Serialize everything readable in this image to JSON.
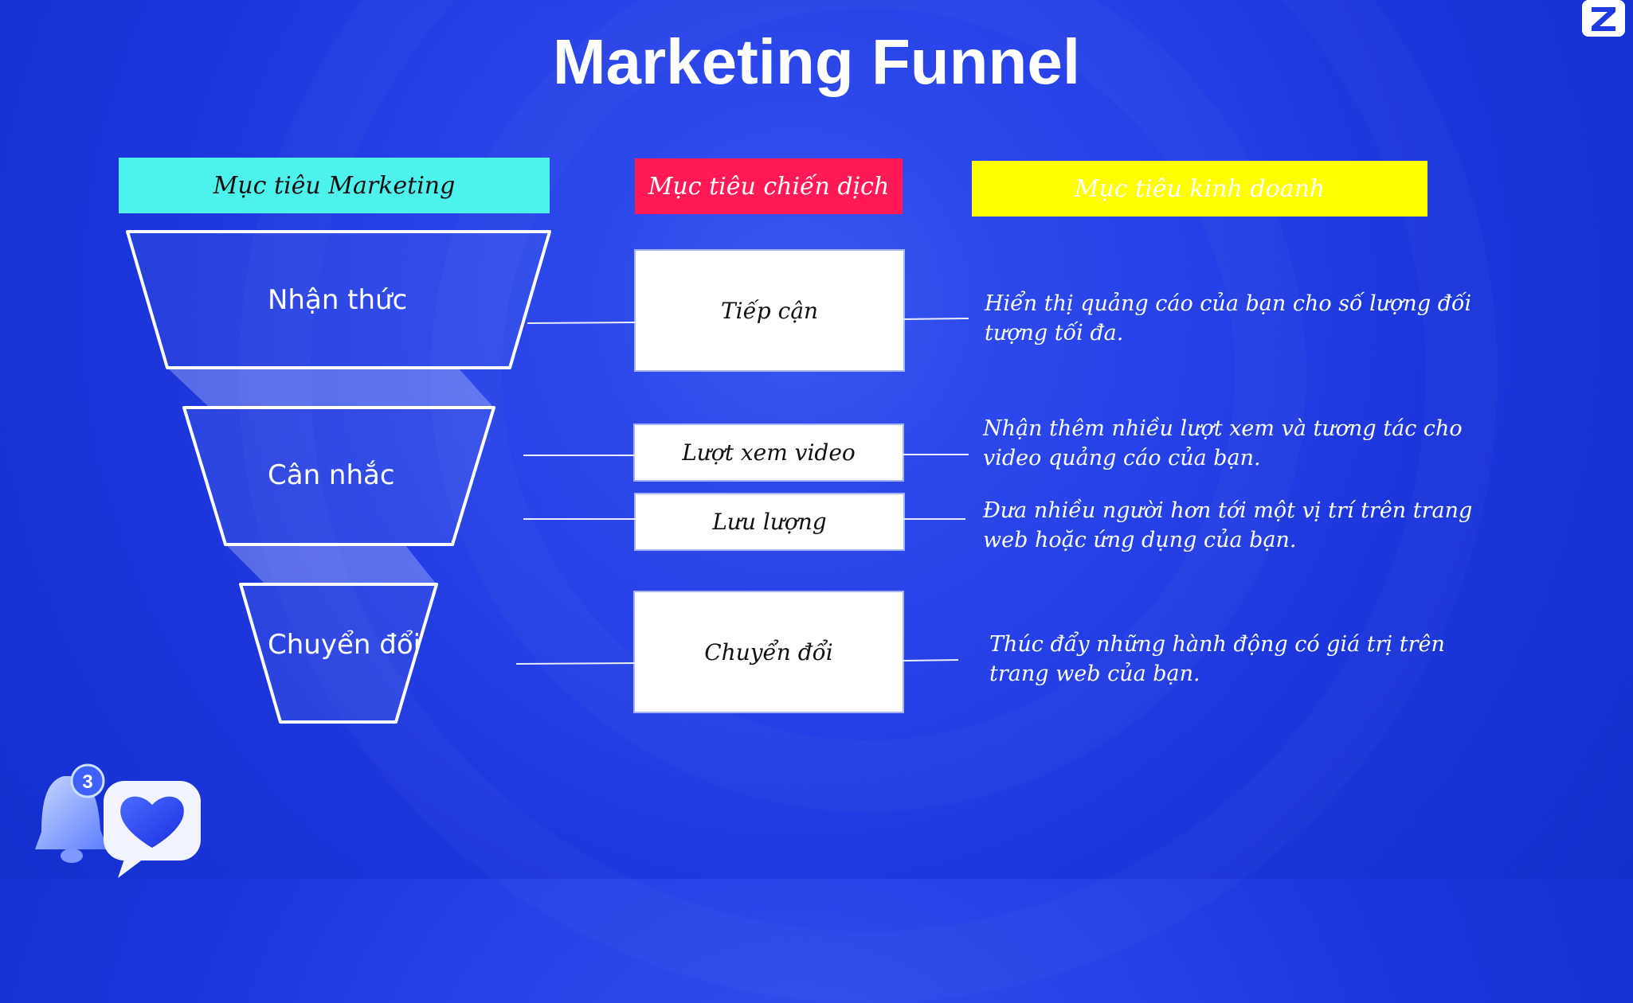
{
  "title": "Marketing Funnel",
  "headers": {
    "marketing": "Mục tiêu Marketing",
    "campaign": "Mục tiêu chiến dịch",
    "business": "Mục tiêu kinh doanh"
  },
  "stages": [
    {
      "label": "Nhận thức"
    },
    {
      "label": "Cân nhắc"
    },
    {
      "label": "Chuyển đổi"
    }
  ],
  "campaign_goals": [
    {
      "label": "Tiếp cận"
    },
    {
      "label": "Lượt xem video"
    },
    {
      "label": "Lưu lượng"
    },
    {
      "label": "Chuyển đổi"
    }
  ],
  "business_goals": [
    {
      "text": "Hiển thị quảng cáo của bạn cho số lượng đối tượng tối đa."
    },
    {
      "text": "Nhận thêm nhiều lượt xem và tương tác cho video quảng cáo của bạn."
    },
    {
      "text": "Đưa nhiều người hơn tới một vị trí trên trang web hoặc ứng dụng của bạn."
    },
    {
      "text": "Thúc đẩy những hành động có giá trị trên trang web của bạn."
    }
  ],
  "decoration": {
    "notification_count": "3",
    "icons": [
      "bell-icon",
      "heart-icon",
      "brand-logo-icon"
    ]
  },
  "colors": {
    "background": "#1f3ae0",
    "header_marketing": "#4ef2ec",
    "header_campaign": "#ff1a55",
    "header_business": "#ffff00"
  }
}
